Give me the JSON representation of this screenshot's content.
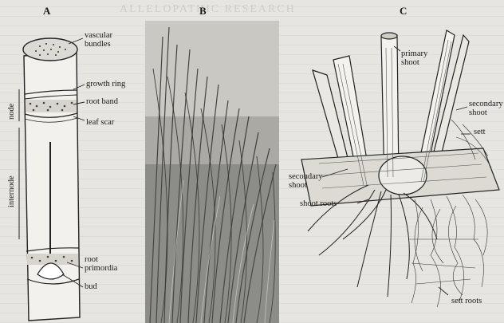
{
  "background_text": "ALLELOPATHIC RESEARCH",
  "panels": {
    "a": "A",
    "b": "B",
    "c": "C"
  },
  "panel_a": {
    "vascular_bundles": "vascular\nbundles",
    "growth_ring": "growth ring",
    "root_band": "root band",
    "leaf_scar": "leaf scar",
    "node": "node",
    "internode": "internode",
    "root_primordia": "root\nprimordia",
    "bud": "bud"
  },
  "panel_c": {
    "primary_shoot": "primary\nshoot",
    "secondary_shoot_right": "secondary\nshoot",
    "sett": "sett",
    "secondary_shoot_left": "secondary\nshoot",
    "shoot_roots": "shoot roots",
    "sett_roots": "sett roots"
  }
}
